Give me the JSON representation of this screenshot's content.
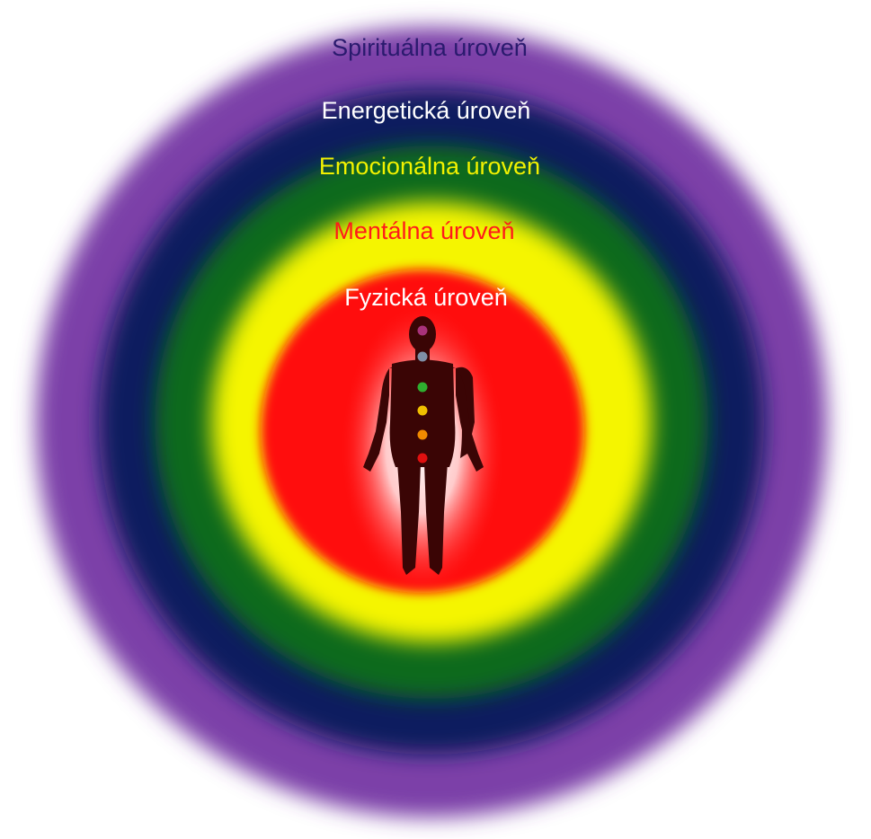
{
  "labels": {
    "spiritual": "Spirituálna úroveň",
    "energetic": "Energetická úroveň",
    "emotional": "Emocionálna úroveň",
    "mental": "Mentálna úroveň",
    "physical": "Fyzická úroveň"
  },
  "colors": {
    "spiritual": "#7b3fa8",
    "energetic": "#0c1f5e",
    "emotional": "#0a6b1f",
    "mental": "#f5f500",
    "physical": "#ff1010",
    "spiritual_text": "#2a1a6e",
    "energetic_text": "#ffffff",
    "emotional_text": "#f2f200",
    "mental_text": "#ff1a1a",
    "physical_text": "#ffffff"
  },
  "chakras": [
    {
      "name": "crown",
      "color": "#a8327a"
    },
    {
      "name": "third-eye",
      "color": "#7f8fa6"
    },
    {
      "name": "heart",
      "color": "#2fae2f"
    },
    {
      "name": "solar-plexus",
      "color": "#f0c000"
    },
    {
      "name": "sacral",
      "color": "#f08a00"
    },
    {
      "name": "root",
      "color": "#e01010"
    }
  ]
}
